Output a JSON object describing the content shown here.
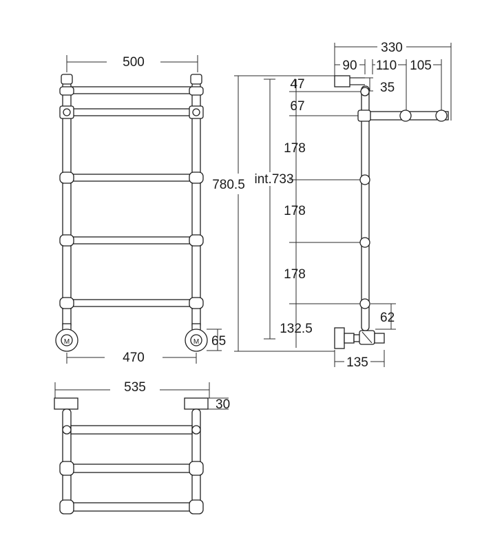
{
  "front_view": {
    "width_top": "500",
    "width_bottom": "470",
    "foot_height": "65",
    "valve_mark": "M"
  },
  "side_view": {
    "total_depth": "330",
    "d_90": "90",
    "d_110": "110",
    "d_105": "105",
    "h_47": "47",
    "h_35": "35",
    "h_67": "67",
    "h_178_a": "178",
    "h_178_b": "178",
    "h_178_c": "178",
    "h_1325": "132.5",
    "h_62": "62",
    "total_height": "780.5",
    "interaxis": "int.733",
    "w_135": "135"
  },
  "top_view": {
    "width": "535",
    "depth": "30"
  }
}
